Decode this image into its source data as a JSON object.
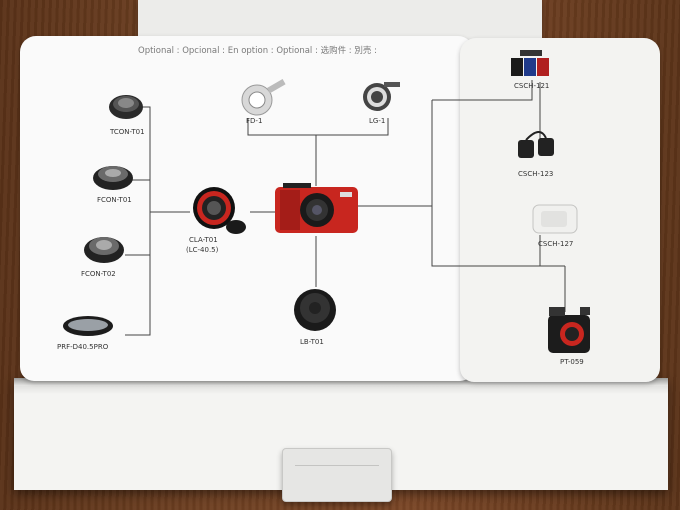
{
  "header": "Optional : Opcional : En option : Optional : 选购件 : 別売 :",
  "labels": {
    "tcon": "TCON-T01",
    "fcon1": "FCON-T01",
    "fcon2": "FCON-T02",
    "prf": "PRF-D40.5PRO",
    "fd": "FD-1",
    "lg": "LG-1",
    "cla": "CLA-T01",
    "lc": "(LC-40.5)",
    "lb": "LB-T01",
    "csch121": "CSCH-121",
    "csch123": "CSCH-123",
    "csch127": "CSCH-127",
    "pt": "PT-059"
  },
  "colors": {
    "camera_body": "#c8261f",
    "panel": "#fafafa",
    "table_wood": "#6e4022",
    "line": "#444444"
  }
}
